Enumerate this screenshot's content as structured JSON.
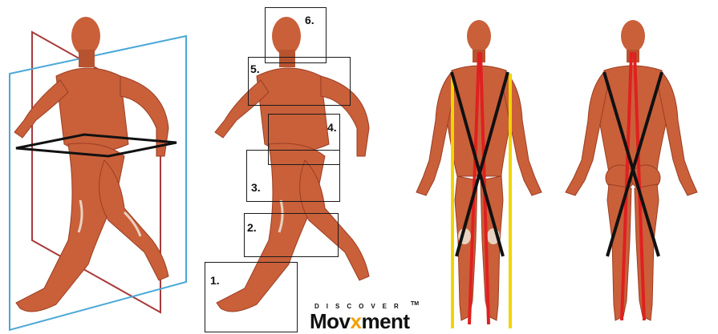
{
  "colors": {
    "muscle": "#c9603a",
    "muscle_dark": "#9c3d22",
    "tendon": "#e9d2c2",
    "plane_blue": "#4aa8d8",
    "plane_red": "#a83a3a",
    "line_black": "#111111",
    "line_red": "#e02020",
    "line_yellow": "#f2d500",
    "logo_accent": "#f2a000"
  },
  "segments": [
    {
      "label": "1."
    },
    {
      "label": "2."
    },
    {
      "label": "3."
    },
    {
      "label": "4."
    },
    {
      "label": "5."
    },
    {
      "label": "6."
    }
  ],
  "logo": {
    "top_text": "DISCOVER",
    "trademark": "TM",
    "main_prefix": "Mov",
    "main_mark": "x",
    "main_suffix": "ment"
  }
}
